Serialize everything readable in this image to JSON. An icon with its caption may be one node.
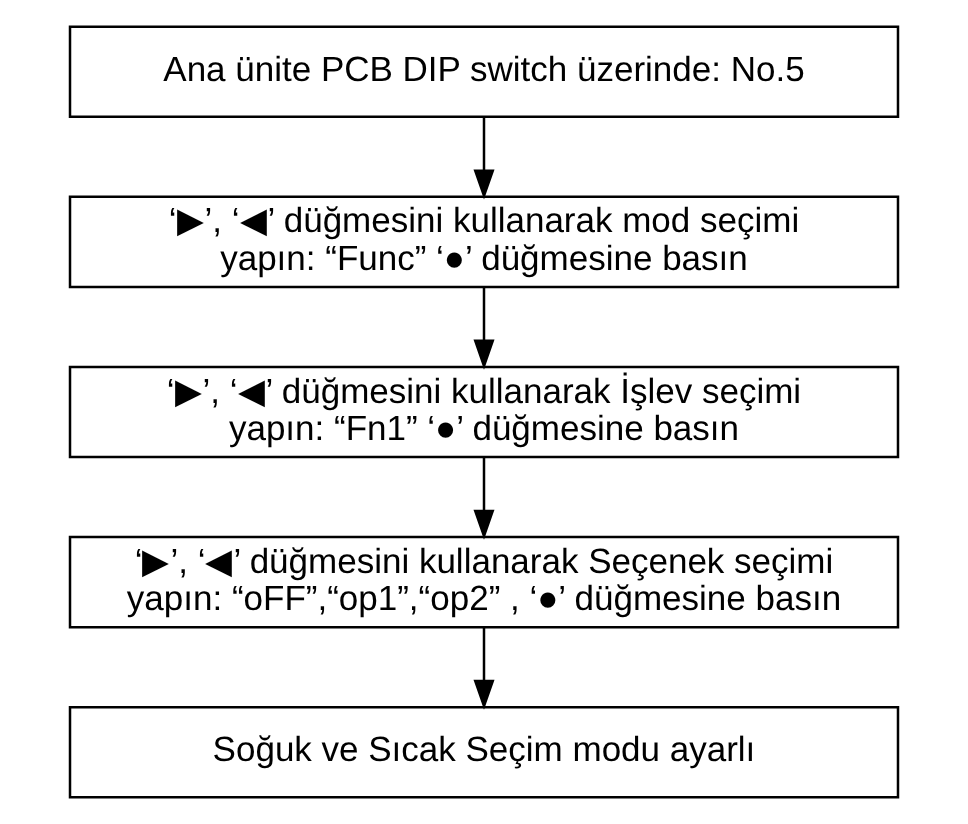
{
  "diagram": {
    "nodes": [
      {
        "text": [
          "Ana ünite PCB DIP switch üzerinde: No.5"
        ]
      },
      {
        "text": [
          "‘▶’, ‘◀’ düğmesini kullanarak mod seçimi yapın: “Func” ‘●’ düğmesine basın"
        ]
      },
      {
        "text": [
          "‘▶’, ‘◀’ düğmesini kullanarak İşlev seçimi yapın: “Fn1” ‘●’ düğmesine basın"
        ]
      },
      {
        "text": [
          "‘▶’, ‘◀’ düğmesini kullanarak Seçenek seçimi yapın: “oFF”,“op1”,“op2” , ‘●’ düğmesine basın"
        ]
      },
      {
        "text": [
          "Soğuk ve Sıcak Seçim modu ayarlı"
        ]
      }
    ],
    "edges": [
      {
        "from": 0,
        "to": 1,
        "arrow": "to"
      },
      {
        "from": 1,
        "to": 2,
        "arrow": "to"
      },
      {
        "from": 2,
        "to": 3,
        "arrow": "to"
      },
      {
        "from": 3,
        "to": 4,
        "arrow": "to"
      }
    ]
  }
}
